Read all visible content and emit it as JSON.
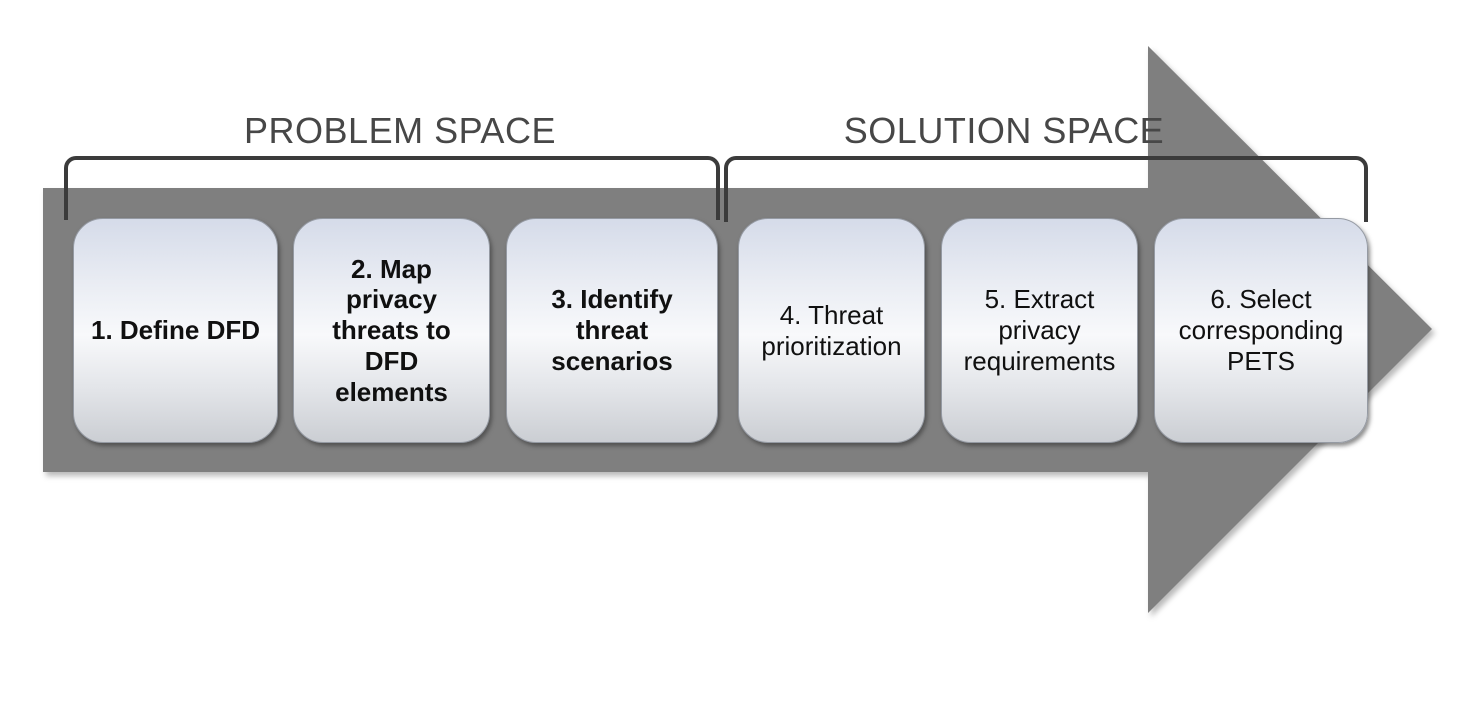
{
  "phases": [
    {
      "label": "PROBLEM SPACE",
      "steps_covered": [
        1,
        2,
        3
      ]
    },
    {
      "label": "SOLUTION SPACE",
      "steps_covered": [
        4,
        5,
        6
      ]
    }
  ],
  "steps": [
    {
      "number": 1,
      "label": "1. Define DFD",
      "emphasis": "bold",
      "phase": "PROBLEM SPACE"
    },
    {
      "number": 2,
      "label": "2. Map\nprivacy\nthreats to\nDFD\nelements",
      "emphasis": "bold",
      "phase": "PROBLEM SPACE"
    },
    {
      "number": 3,
      "label": "3. Identify\nthreat\nscenarios",
      "emphasis": "bold",
      "phase": "PROBLEM SPACE"
    },
    {
      "number": 4,
      "label": "4. Threat\nprioritization",
      "emphasis": "regular",
      "phase": "SOLUTION SPACE"
    },
    {
      "number": 5,
      "label": "5. Extract\nprivacy\nrequirements",
      "emphasis": "regular",
      "phase": "SOLUTION SPACE"
    },
    {
      "number": 6,
      "label": "6. Select\ncorresponding\nPETS",
      "emphasis": "regular",
      "phase": "SOLUTION SPACE"
    }
  ],
  "colors": {
    "arrow": "#7f7f7f",
    "bracket": "#3b3b3b",
    "label": "#474747",
    "box-border": "#959aa3",
    "box-top": "#d5dbe9",
    "box-mid": "#f8f9fb",
    "box-bottom": "#cbced3",
    "box-text": "#101010"
  }
}
